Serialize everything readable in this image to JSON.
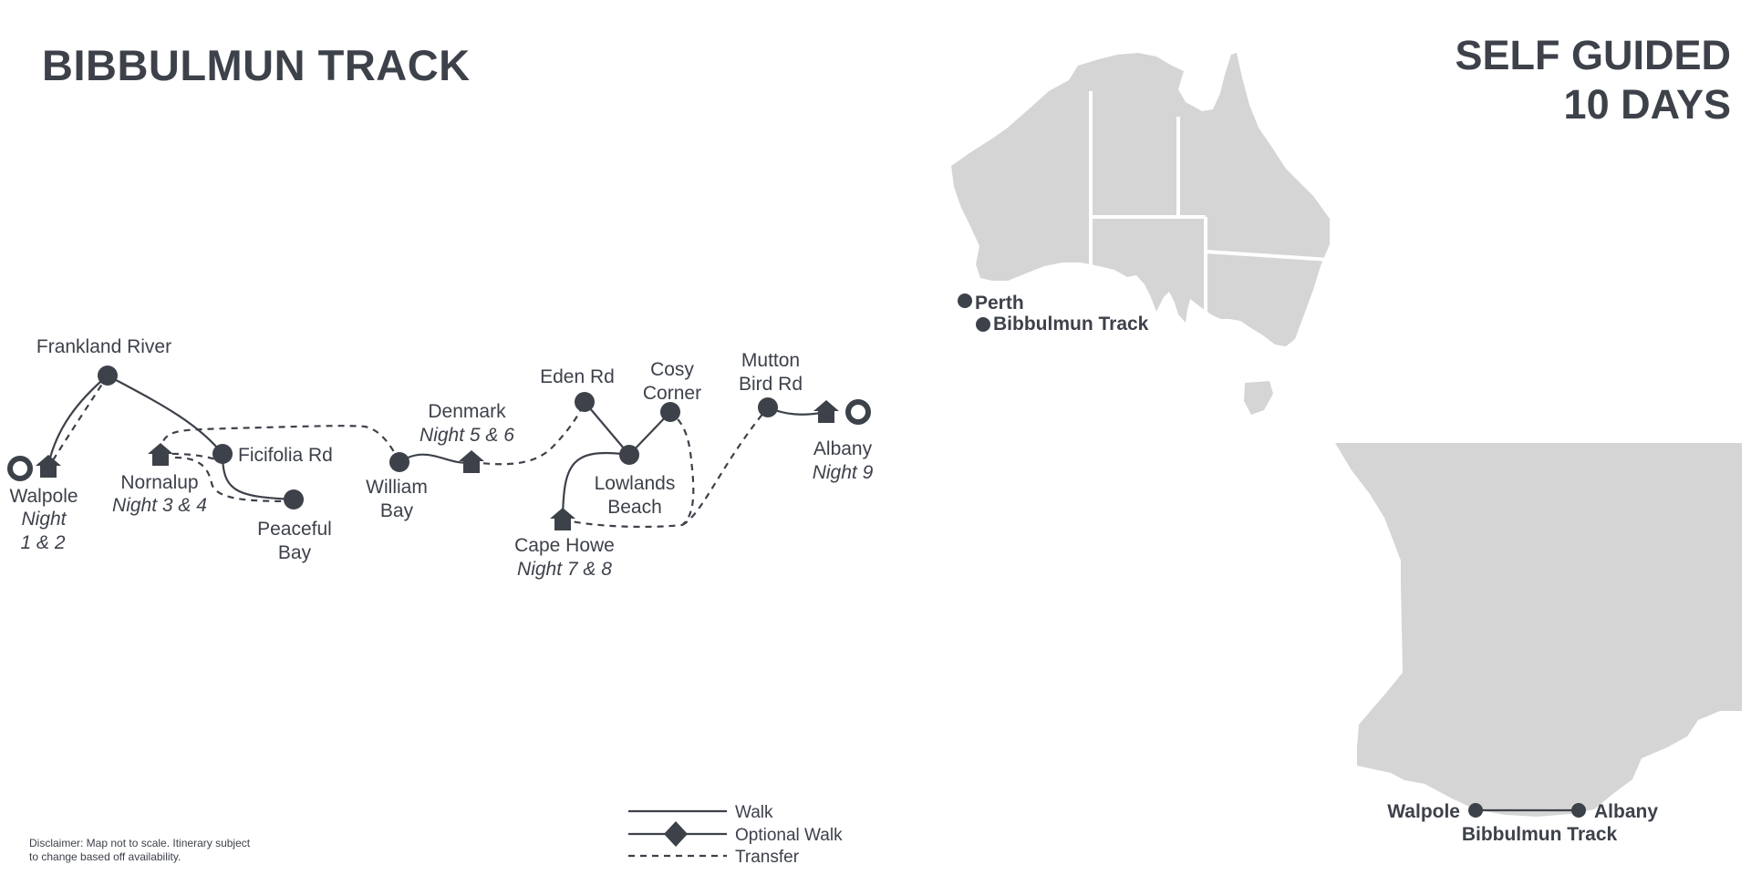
{
  "title": "BIBBULMUN TRACK",
  "subtitle": {
    "line1": "SELF GUIDED",
    "line2": "10 DAYS"
  },
  "places": {
    "frankland": "Frankland River",
    "walpole": {
      "name": "Walpole",
      "night1": "Night",
      "night2": "1 & 2"
    },
    "nornalup": {
      "name": "Nornalup",
      "night": "Night 3 & 4"
    },
    "ficifolia": "Ficifolia Rd",
    "peaceful": {
      "line1": "Peaceful",
      "line2": "Bay"
    },
    "william": {
      "line1": "William",
      "line2": "Bay"
    },
    "denmark": {
      "name": "Denmark",
      "night": "Night 5 & 6"
    },
    "eden": "Eden Rd",
    "cosy": {
      "line1": "Cosy",
      "line2": "Corner"
    },
    "lowlands": {
      "line1": "Lowlands",
      "line2": "Beach"
    },
    "capehowe": {
      "name": "Cape Howe",
      "night": "Night 7 & 8"
    },
    "mutton": {
      "line1": "Mutton",
      "line2": "Bird Rd"
    },
    "albany": {
      "name": "Albany",
      "night": "Night 9"
    }
  },
  "australia": {
    "perth": "Perth",
    "track": "Bibbulmun Track"
  },
  "inset": {
    "walpole": "Walpole",
    "albany": "Albany",
    "track": "Bibbulmun Track"
  },
  "legend": {
    "walk": "Walk",
    "optional": "Optional Walk",
    "transfer": "Transfer"
  },
  "disclaimer": {
    "line1": "Disclaimer: Map not to scale. Itinerary subject",
    "line2": "to change based off availability."
  },
  "colors": {
    "ink": "#3d414a",
    "land": "#d5d5d5",
    "background": "#ffffff"
  },
  "icons": {
    "overnight": "house-icon",
    "start_end": "ring-icon",
    "stop": "dot-icon"
  }
}
